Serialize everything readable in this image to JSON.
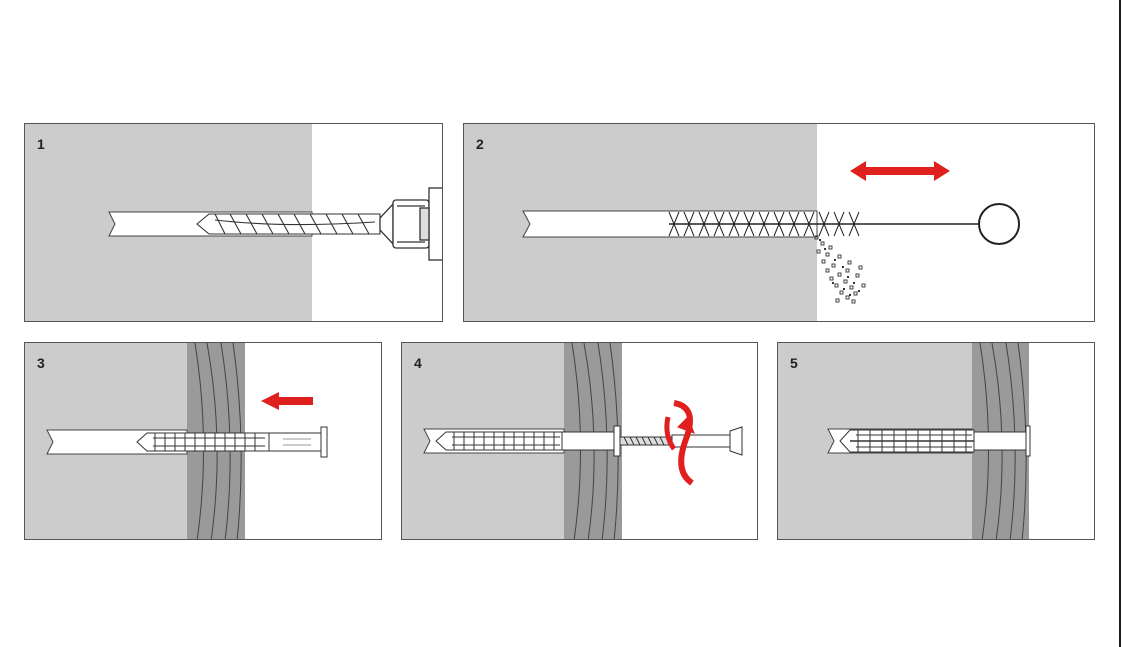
{
  "colors": {
    "wall": "#cccccc",
    "insulation": "#9a9a9a",
    "arrow": "#e0201f",
    "line": "#333333"
  },
  "steps": [
    {
      "number": "1",
      "action": "drill"
    },
    {
      "number": "2",
      "action": "brush",
      "arrow-icon": "double-arrow-icon"
    },
    {
      "number": "3",
      "action": "insert",
      "arrow-icon": "arrow-left-icon"
    },
    {
      "number": "4",
      "action": "screw",
      "arrow-icon": "rotate-icon"
    },
    {
      "number": "5",
      "action": "finished"
    }
  ]
}
